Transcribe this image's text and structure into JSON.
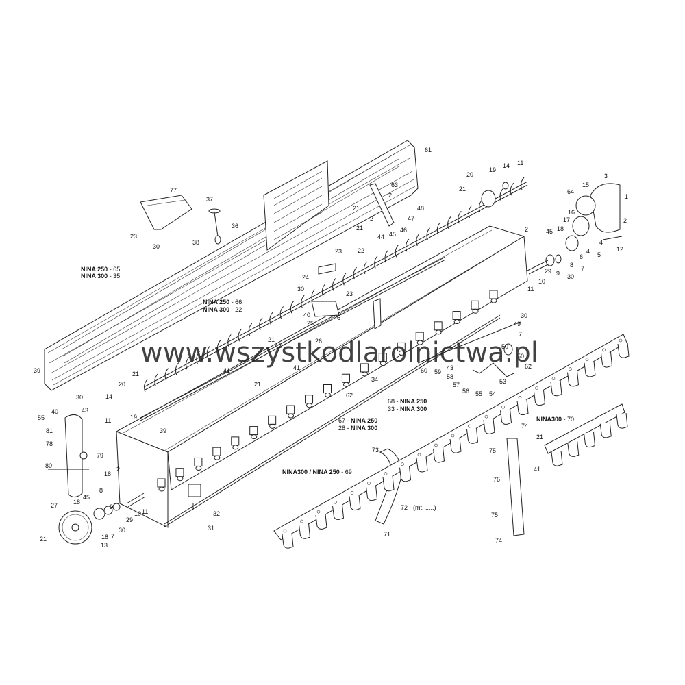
{
  "watermark": "www.wszystkodlarolnictwa.pl",
  "colors": {
    "line": "#222222",
    "background": "#ffffff"
  },
  "labels": {
    "n1": "1",
    "n2a": "2",
    "n3": "3",
    "n11a": "11",
    "n14a": "14",
    "n19a": "19",
    "n20a": "20",
    "n21a": "21",
    "n15": "15",
    "n64": "64",
    "n16": "16",
    "n17": "17",
    "n18a": "18",
    "n2b": "2",
    "n45a": "45",
    "n4a": "4",
    "n5": "5",
    "n4b": "4",
    "n6a": "6",
    "n8a": "8",
    "n7a": "7",
    "n12": "12",
    "n29a": "29",
    "n9a": "9",
    "n30a": "30",
    "n10a": "10",
    "n11b": "11",
    "n61": "61",
    "n63": "63",
    "n2c": "2",
    "n48": "48",
    "n47": "47",
    "n46": "46",
    "n45b": "45",
    "n44": "44",
    "n21b": "21",
    "n2d": "2",
    "n21c": "21",
    "n77": "77",
    "n37": "37",
    "n36": "36",
    "n38": "38",
    "n23a": "23",
    "n30b": "30",
    "nina250_65": "NINA 250",
    "nina250_65n": " - 65",
    "nina300_35": "NINA 300",
    "nina300_35n": " - 35",
    "n22": "22",
    "n23b": "23",
    "n24": "24",
    "n23c": "23",
    "n30c": "30",
    "n40a": "40",
    "n25": "25",
    "n6b": "6",
    "n26": "26",
    "nina250_66": "NINA 250",
    "nina250_66n": " - 66",
    "nina300_22": "NINA 300",
    "nina300_22n": " - 22",
    "n30d": "30",
    "n49": "49",
    "n7b": "7",
    "n50a": "50",
    "n50b": "50",
    "n62a": "62",
    "n60": "60",
    "n59": "59",
    "n43a": "43",
    "n58": "58",
    "n53": "53",
    "n57": "57",
    "n56": "56",
    "n55a": "55",
    "n54": "54",
    "n39a": "39",
    "n30e": "30",
    "n40b": "40",
    "n55b": "55",
    "n41a": "41",
    "n21d": "21",
    "n42": "42",
    "n41b": "41",
    "n21e": "21",
    "n34": "34",
    "n62b": "62",
    "n21f": "21",
    "n20b": "20",
    "n14b": "14",
    "n11c": "11",
    "n19b": "19",
    "n43b": "43",
    "n81": "81",
    "n78": "78",
    "n79": "79",
    "n80": "80",
    "n39b": "39",
    "l68": "68 - ",
    "l68b": "NINA 250",
    "l33": "33 - ",
    "l33b": "NINA 300",
    "l67": "67 - ",
    "l67b": "NINA 250",
    "l28": "28 - ",
    "l28b": "NINA 300",
    "n18b": "18",
    "n2e": "2",
    "n45c": "45",
    "n8b": "8",
    "n9b": "9",
    "n18c": "18",
    "n29b": "29",
    "n10b": "10",
    "n11d": "11",
    "n27": "27",
    "n7c": "7",
    "n30f": "30",
    "n18d": "18",
    "n13": "13",
    "n21g": "21",
    "n32": "32",
    "n31": "31",
    "n73": "73",
    "ninaA": "NINA300 / NINA 250",
    "ninaAn": " - 69",
    "l72": "72 - (mt. .....)",
    "n71": "71",
    "nina300_70": "NINA300",
    "nina300_70n": " - 70",
    "n74a": "74",
    "n75a": "75",
    "n21h": "21",
    "n41c": "41",
    "n76": "76",
    "n75b": "75",
    "n74b": "74"
  }
}
